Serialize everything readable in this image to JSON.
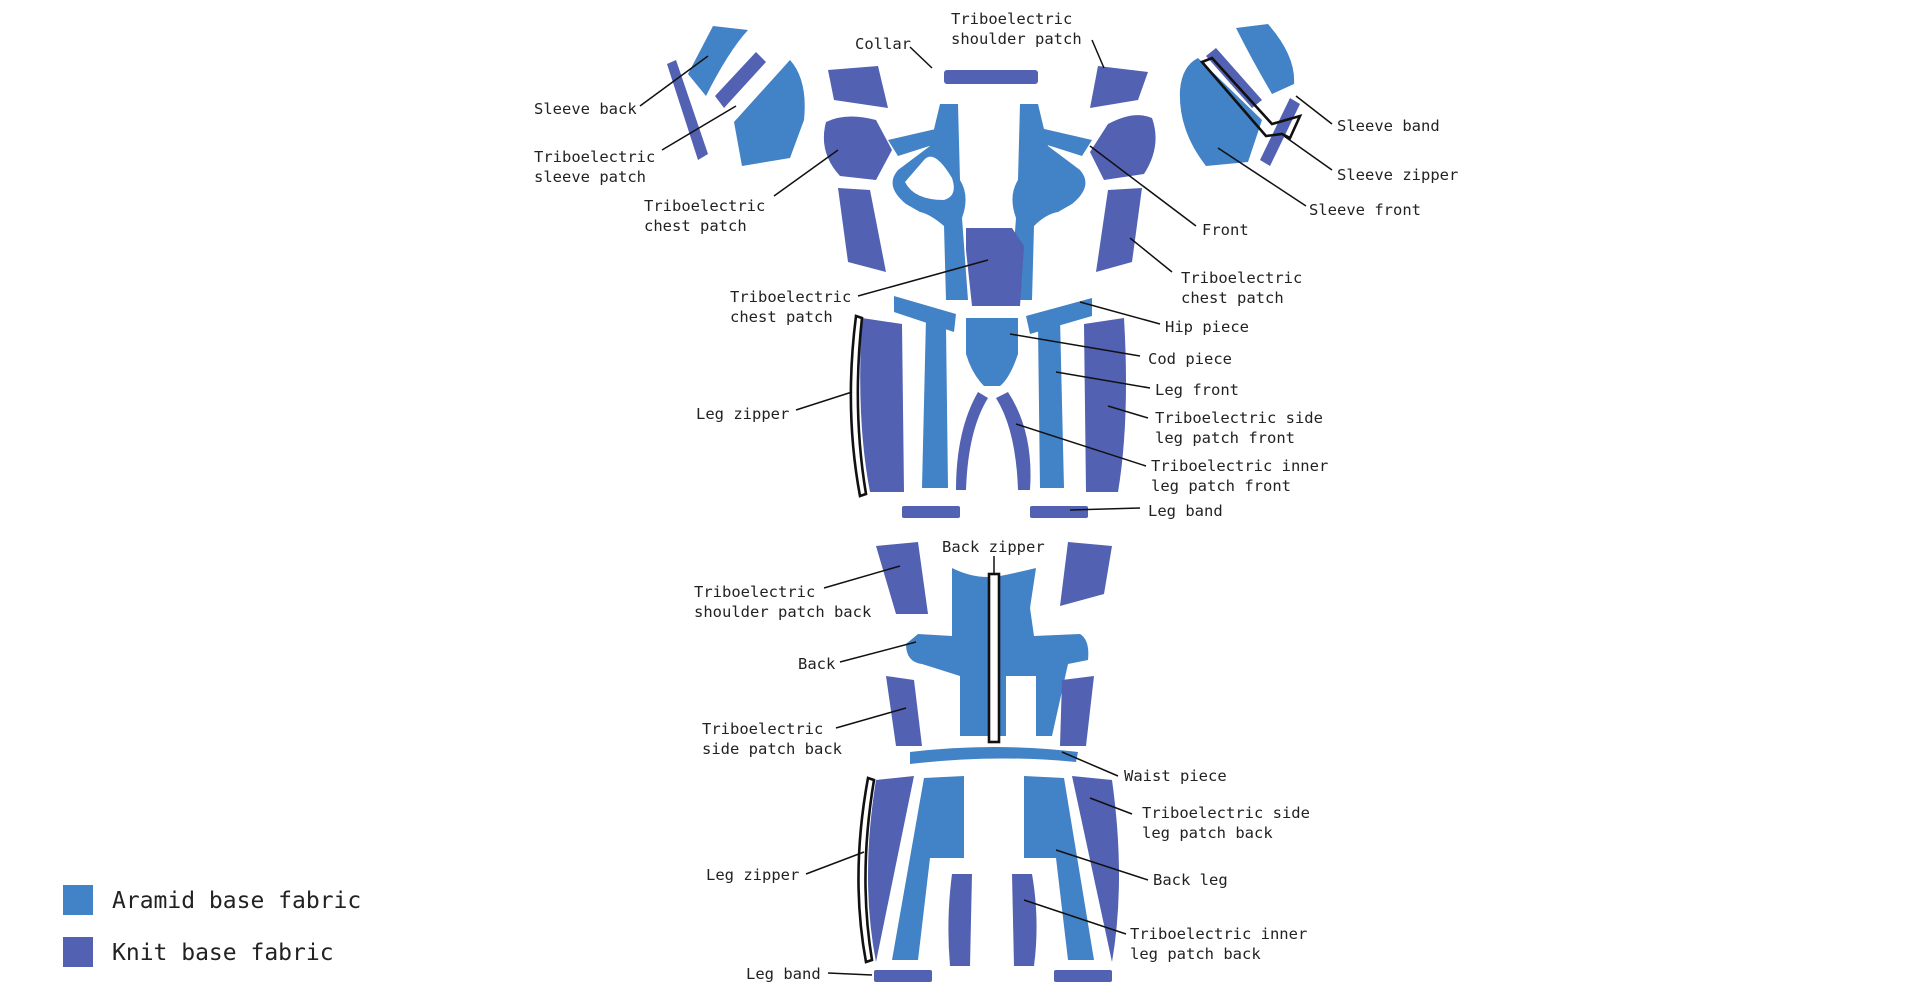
{
  "colors": {
    "aramid": "#4282c6",
    "knit": "#5261b2",
    "leader": "#111111",
    "background": "#ffffff"
  },
  "legend": {
    "aramid_label": "Aramid base fabric",
    "knit_label": "Knit base fabric"
  },
  "labels": {
    "collar": "Collar",
    "tribo_shoulder_l1": "Triboelectric",
    "tribo_shoulder_l2": "shoulder patch",
    "sleeve_back": "Sleeve back",
    "tribo_sleeve_l1": "Triboelectric",
    "tribo_sleeve_l2": "sleeve patch",
    "tribo_chest_left_l1": "Triboelectric",
    "tribo_chest_left_l2": "chest patch",
    "sleeve_band": "Sleeve band",
    "sleeve_zipper": "Sleeve zipper",
    "sleeve_front": "Sleeve front",
    "front": "Front",
    "tribo_chest_right_l1": "Triboelectric",
    "tribo_chest_right_l2": "chest patch",
    "tribo_chest_center_l1": "Triboelectric",
    "tribo_chest_center_l2": "chest patch",
    "hip_piece": "Hip piece",
    "cod_piece": "Cod piece",
    "leg_front": "Leg front",
    "leg_zipper_front": "Leg zipper",
    "tribo_side_front_l1": "Triboelectric side",
    "tribo_side_front_l2": "leg patch front",
    "tribo_inner_front_l1": "Triboelectric inner",
    "tribo_inner_front_l2": "leg patch front",
    "leg_band_front": "Leg band",
    "back_zipper": "Back zipper",
    "tribo_shoulder_back_l1": "Triboelectric",
    "tribo_shoulder_back_l2": "shoulder patch back",
    "back": "Back",
    "tribo_side_back_l1": "Triboelectric",
    "tribo_side_back_l2": "side patch back",
    "waist_piece": "Waist piece",
    "tribo_side_leg_back_l1": "Triboelectric side",
    "tribo_side_leg_back_l2": "leg patch back",
    "leg_zipper_back": "Leg zipper",
    "back_leg": "Back leg",
    "tribo_inner_back_l1": "Triboelectric inner",
    "tribo_inner_back_l2": "leg patch back",
    "leg_band_back": "Leg band"
  }
}
